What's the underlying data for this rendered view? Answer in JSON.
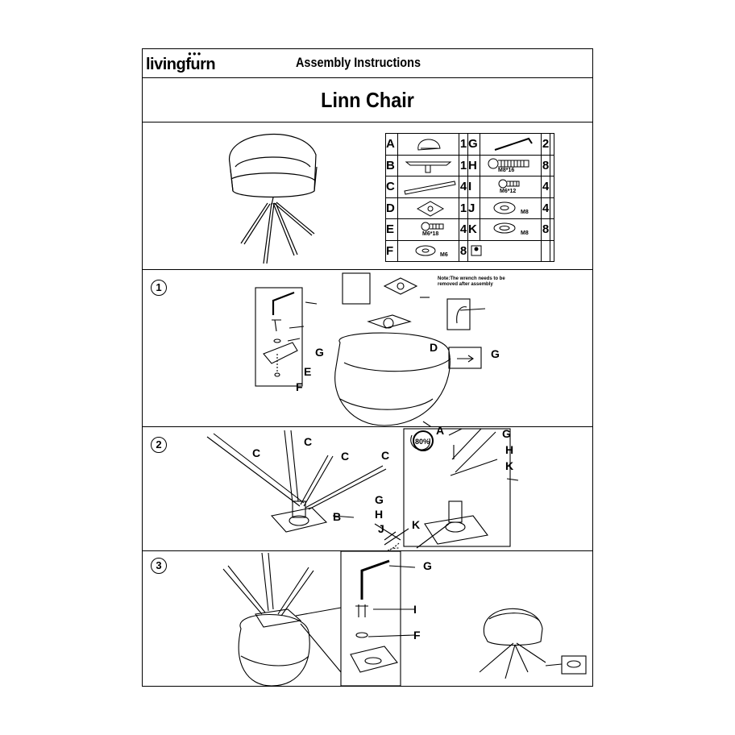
{
  "header": {
    "brand": "livingfurn",
    "brand_dots": "●●●",
    "doc_title": "Assembly Instructions"
  },
  "product": {
    "name": "Linn Chair"
  },
  "parts": [
    {
      "letter": "A",
      "qty": "1",
      "icon": "seat-icon"
    },
    {
      "letter": "B",
      "qty": "1",
      "icon": "swivel-base-icon"
    },
    {
      "letter": "C",
      "qty": "4",
      "icon": "leg-icon"
    },
    {
      "letter": "D",
      "qty": "1",
      "icon": "mounting-plate-icon"
    },
    {
      "letter": "E",
      "qty": "4",
      "icon": "bolt-icon",
      "size": "M6*18"
    },
    {
      "letter": "F",
      "qty": "8",
      "icon": "flat-washer-icon",
      "size": "M6"
    },
    {
      "letter": "G",
      "qty": "2",
      "icon": "allen-key-icon"
    },
    {
      "letter": "H",
      "qty": "8",
      "icon": "bolt-icon",
      "size": "M8*16"
    },
    {
      "letter": "I",
      "qty": "4",
      "icon": "bolt-icon",
      "size": "M6*12"
    },
    {
      "letter": "J",
      "qty": "4",
      "icon": "flat-washer-icon",
      "size": "M8"
    },
    {
      "letter": "K",
      "qty": "8",
      "icon": "spring-washer-icon",
      "size": "M8"
    }
  ],
  "steps": [
    {
      "number": "1",
      "note": "Note:The wrench needs to be removed after assembly",
      "labels": {
        "g1": "G",
        "e": "E",
        "f": "F",
        "d": "D",
        "g2": "G",
        "a": "A"
      }
    },
    {
      "number": "2",
      "badge": "80%",
      "labels": {
        "c1": "C",
        "c2": "C",
        "c3": "C",
        "c4": "C",
        "b": "B",
        "g": "G",
        "h": "H",
        "j": "J",
        "g2": "G",
        "h2": "H",
        "k": "K",
        "k2": "K"
      }
    },
    {
      "number": "3",
      "labels": {
        "g": "G",
        "i": "I",
        "f": "F"
      }
    }
  ]
}
